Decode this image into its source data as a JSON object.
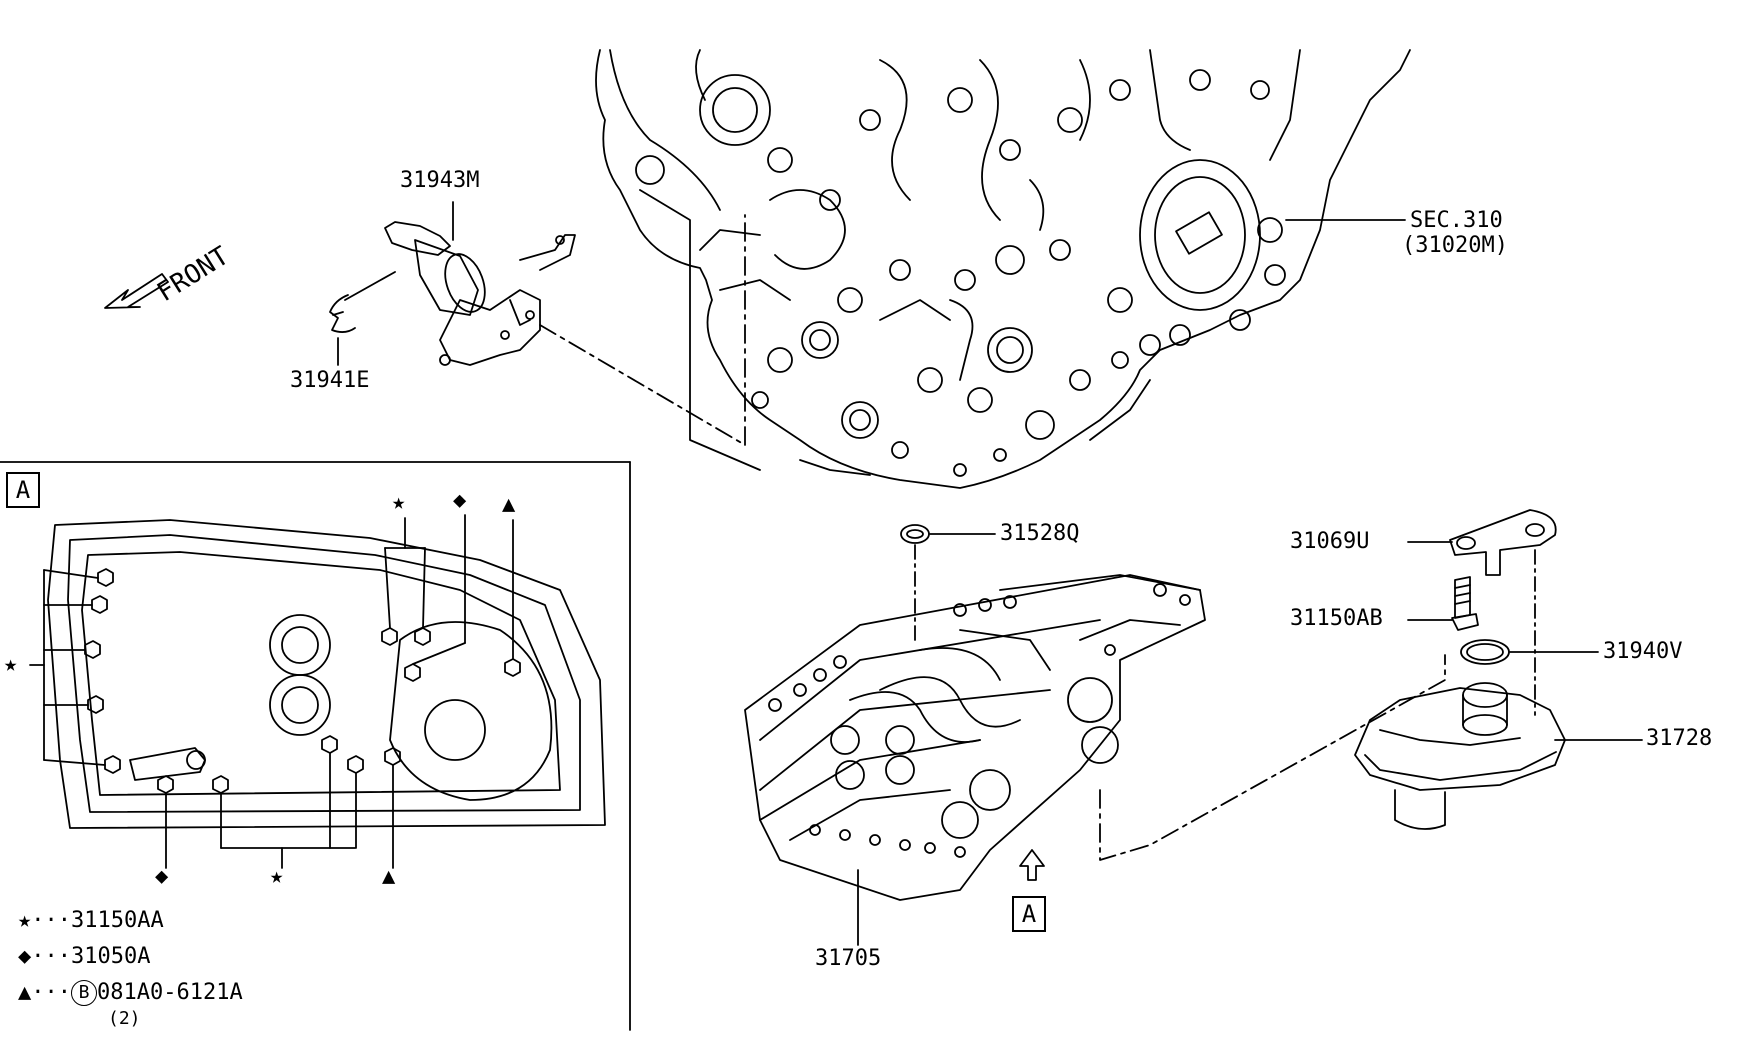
{
  "direction_label": "FRONT",
  "view_marker": "A",
  "callouts": {
    "sensor": "31943M",
    "clip": "31941E",
    "section_ref": "SEC.310",
    "section_part": "(31020M)",
    "oring_top": "31528Q",
    "bracket": "31069U",
    "bracket_bolt": "31150AB",
    "strainer_oring": "31940V",
    "strainer": "31728",
    "control_valve": "31705"
  },
  "legend": [
    {
      "symbol": "★",
      "leader": "···",
      "part": "31150AA",
      "qty": ""
    },
    {
      "symbol": "◆",
      "leader": "···",
      "part": "31050A",
      "qty": ""
    },
    {
      "symbol": "▲",
      "leader": "···",
      "part": "081A0-6121A",
      "circled": "B",
      "qty": "(2)"
    }
  ],
  "detail_markers": {
    "star": "★",
    "diamond": "◆",
    "triangle": "▲"
  },
  "colors": {
    "line": "#000000",
    "background": "#ffffff"
  }
}
